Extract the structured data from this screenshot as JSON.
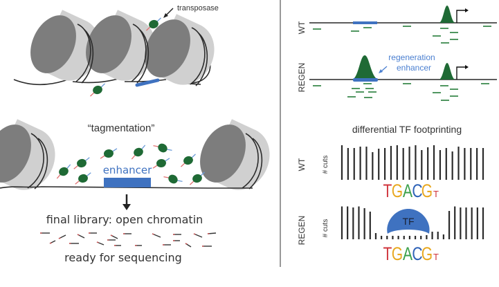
{
  "left_panel": {
    "transposase_label": "transposase",
    "tagmentation_label": "“tagmentation”",
    "enhancer_label": "enhancer",
    "final_library_label": "final library: open chromatin",
    "ready_label": "ready for sequencing"
  },
  "right_top": {
    "wt_label": "WT",
    "regen_label": "REGEN",
    "annotation_line1": "regeneration",
    "annotation_line2": "enhancer"
  },
  "right_bottom": {
    "title": "differential TF footprinting",
    "wt_label": "WT",
    "regen_label": "REGEN",
    "y_label": "# cuts",
    "tf_label": "TF",
    "motif": [
      "T",
      "G",
      "A",
      "C",
      "G",
      "T"
    ],
    "wt_cut_heights": [
      1.0,
      0.92,
      0.92,
      0.96,
      0.96,
      0.8,
      0.9,
      0.92,
      0.98,
      1.0,
      0.92,
      0.96,
      1.0,
      0.86,
      0.94,
      1.0,
      0.86,
      0.92,
      0.82,
      0.96,
      0.92,
      0.92,
      0.92,
      0.92
    ],
    "regen_cut_heights": [
      0.95,
      0.95,
      0.92,
      0.95,
      0.9,
      0.8,
      0.18,
      0.1,
      0.1,
      0.1,
      0.1,
      0.1,
      0.1,
      0.1,
      0.1,
      0.12,
      0.22,
      0.22,
      0.14,
      0.82,
      0.95,
      0.92,
      0.92,
      0.92,
      0.92,
      0.92
    ]
  },
  "colors": {
    "nucleosome_dark": "#7f7f7f",
    "nucleosome_light": "#cfcfcf",
    "dna": "#2b2b2b",
    "enhancer_blue": "#3f72c0",
    "transposase_green": "#1f6a35",
    "peak_green": "#2c6e38",
    "read_green": "#3c8a4f",
    "annotation_blue": "#4a7fd0",
    "motif_T": "#d0343c",
    "motif_G": "#e8a820",
    "motif_A": "#3aa04a",
    "motif_C": "#2f63b8"
  }
}
